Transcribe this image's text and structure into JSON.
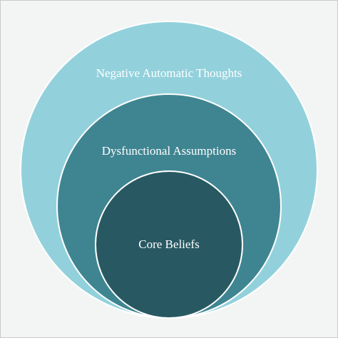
{
  "diagram": {
    "layers": [
      {
        "label": "Negative Automatic Thoughts",
        "color": "#92d1dc"
      },
      {
        "label": "Dysfunctional Assumptions",
        "color": "#3f8591"
      },
      {
        "label": "Core Beliefs",
        "color": "#285962"
      }
    ],
    "background_color": "#f3f4f4",
    "outline_color": "#ffffff"
  }
}
